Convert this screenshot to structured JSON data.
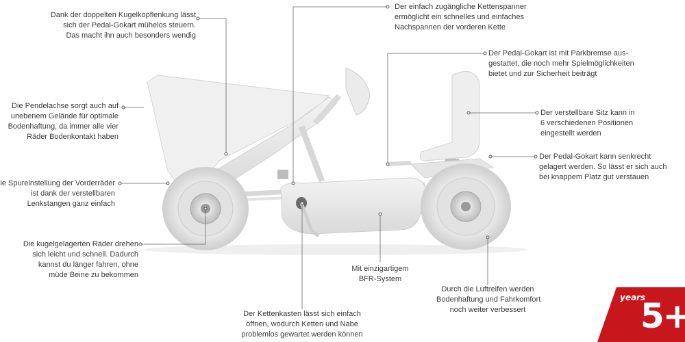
{
  "callouts": {
    "steering": [
      "Dank der doppelten Kugelkopflenkung lässt",
      "sich der Pedal-Gokart mühelos steuern.",
      "Das macht ihn auch besonders wendig"
    ],
    "chain_tensioner": [
      "Der einfach zugängliche Kettenspanner",
      "ermöglicht ein schnelles und einfaches",
      "Nachspannen der vorderen Kette"
    ],
    "parking_brake": [
      "Der Pedal-Gokart ist mit Parkbremse aus-",
      "gestattet, die noch mehr Spielmöglichkeiten",
      "bietet und zur Sicherheit beiträgt"
    ],
    "pendulum_axle": [
      "Die Pendelachse sorgt auch auf",
      "unebenem Gelände für optimale",
      "Bodenhaftung, da immer alle vier",
      "Räder Bodenkontakt haben"
    ],
    "seat": [
      "Der verstellbare Sitz kann in",
      "6 verschiedenen Positionen",
      "eingestellt werden"
    ],
    "vertical_storage": [
      "Der Pedal-Gokart kann senkrecht",
      "gelagert werden. So lässt er sich auch",
      "bei knappem Platz gut verstauen"
    ],
    "toe_adjust": [
      "Die Spureinstellung der Vorderräder",
      "ist dank der verstellbaren",
      "Lenkstangen ganz einfach"
    ],
    "bearings": [
      "Die kugelgelagerten Räder drehen",
      "sich leicht und schnell. Dadurch",
      "kannst du länger fahren, ohne",
      "müde Beine zu bekommen"
    ],
    "bfr": [
      "Mit einzigartigem",
      "BFR-System"
    ],
    "tyres": [
      "Durch die Luftreifen werden",
      "Bodenhaftung und Fahrkomfort",
      "noch weiter verbessert"
    ],
    "chain_case": [
      "Der Kettenkasten lässt sich einfach",
      "öffnen, wodurch Ketten und Nabe",
      "problemlos gewartet werden können"
    ]
  },
  "badge": {
    "years_label": "years",
    "age_label": "5+",
    "color": "#c8161d"
  },
  "colors": {
    "kart_body": "#ececec",
    "kart_shadow": "#d4d4d4",
    "leader_line": "#666666",
    "text": "#3a3a3a"
  }
}
